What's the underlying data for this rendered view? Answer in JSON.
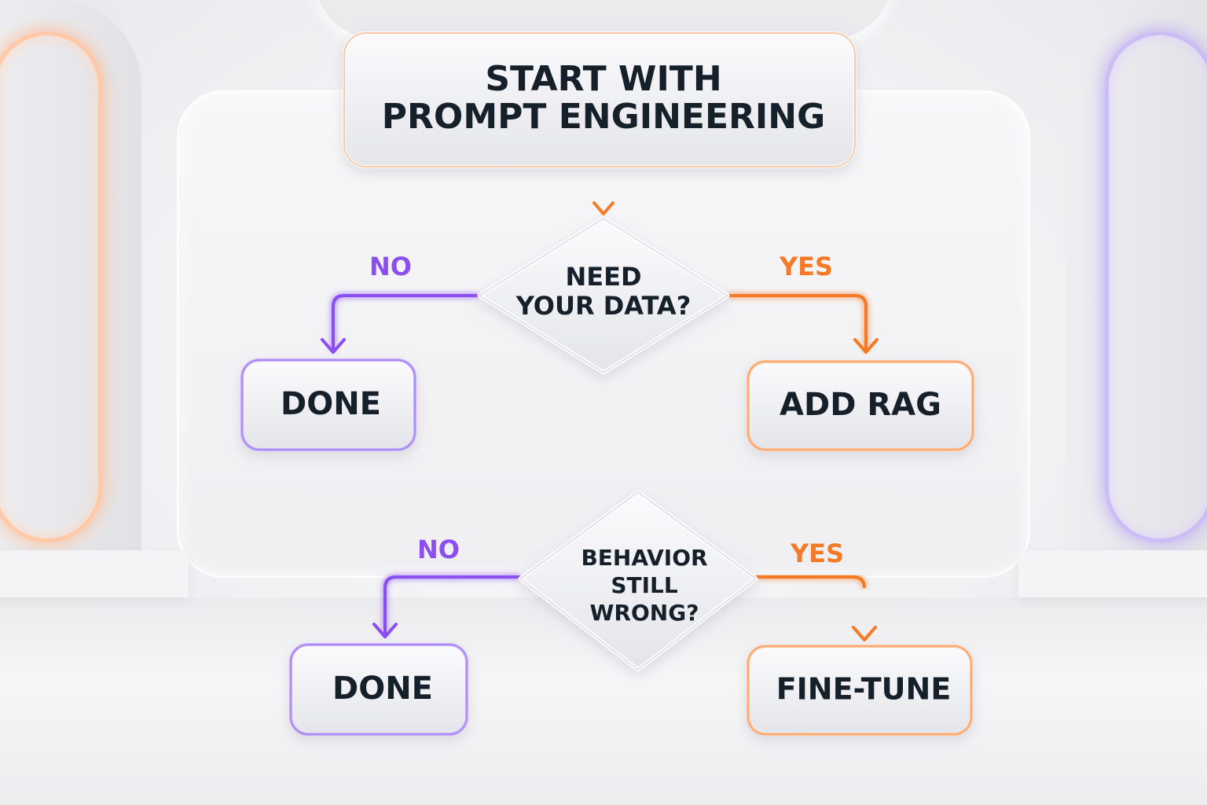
{
  "colors": {
    "orange": "#f47a26",
    "purple": "#8b4ff0",
    "text": "#15202b"
  },
  "nodes": {
    "start": {
      "line1": "START WITH",
      "line2": "PROMPT ENGINEERING"
    },
    "decision1": {
      "line1": "NEED",
      "line2": "YOUR DATA?"
    },
    "done1": {
      "label": "DONE"
    },
    "add_rag": {
      "label": "ADD RAG"
    },
    "decision2": {
      "line1": "BEHAVIOR",
      "line2": "STILL",
      "line3": "WRONG?"
    },
    "done2": {
      "label": "DONE"
    },
    "fine_tune": {
      "label": "FINE-TUNE"
    }
  },
  "edges": {
    "d1_no": "NO",
    "d1_yes": "YES",
    "d2_no": "NO",
    "d2_yes": "YES"
  }
}
